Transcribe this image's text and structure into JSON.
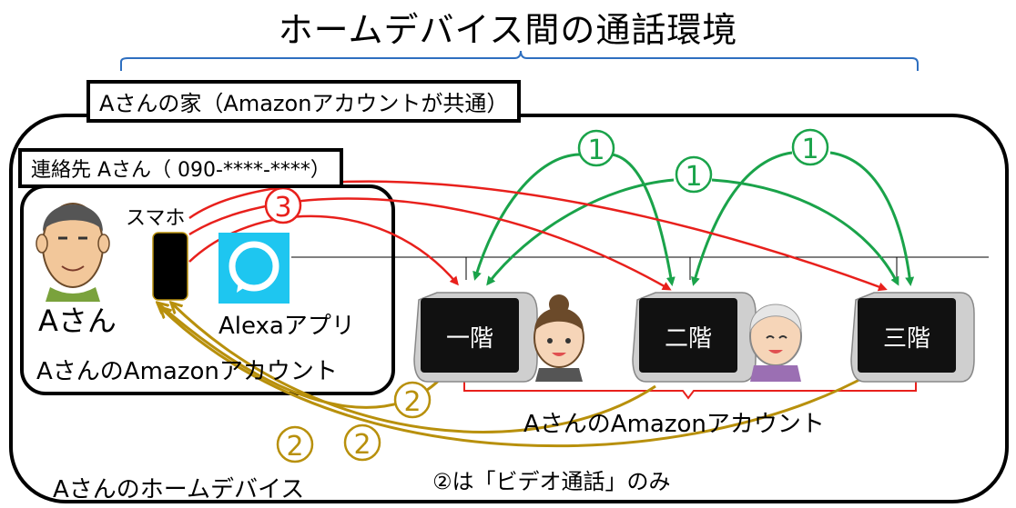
{
  "title": "ホームデバイス間の通話環境",
  "house_label": "Aさんの家（Amazonアカウントが共通）",
  "contact_label": "連絡先 Aさん（ 090-****-****）",
  "smartphone_label": "スマホ",
  "person_label": "Aさん",
  "app_label": "Alexaアプリ",
  "inner_account_label": "AさんのAmazonアカウント",
  "devices": [
    "一階",
    "二階",
    "三階"
  ],
  "device_account_label": "AさんのAmazonアカウント",
  "home_devices_label": "Aさんのホームデバイス",
  "note_label": "②は「ビデオ通話」のみ",
  "markers": {
    "one": "①",
    "two": "②",
    "three": "③"
  },
  "colors": {
    "green": "#1aa34a",
    "red": "#e8201c",
    "gold": "#b8900c",
    "blue": "#2e6fc0",
    "alexa": "#1ec6f0"
  },
  "icons": [
    "person-icon",
    "smartphone-icon",
    "alexa-app-icon",
    "echo-show-icon",
    "woman-icon",
    "elderly-woman-icon"
  ]
}
